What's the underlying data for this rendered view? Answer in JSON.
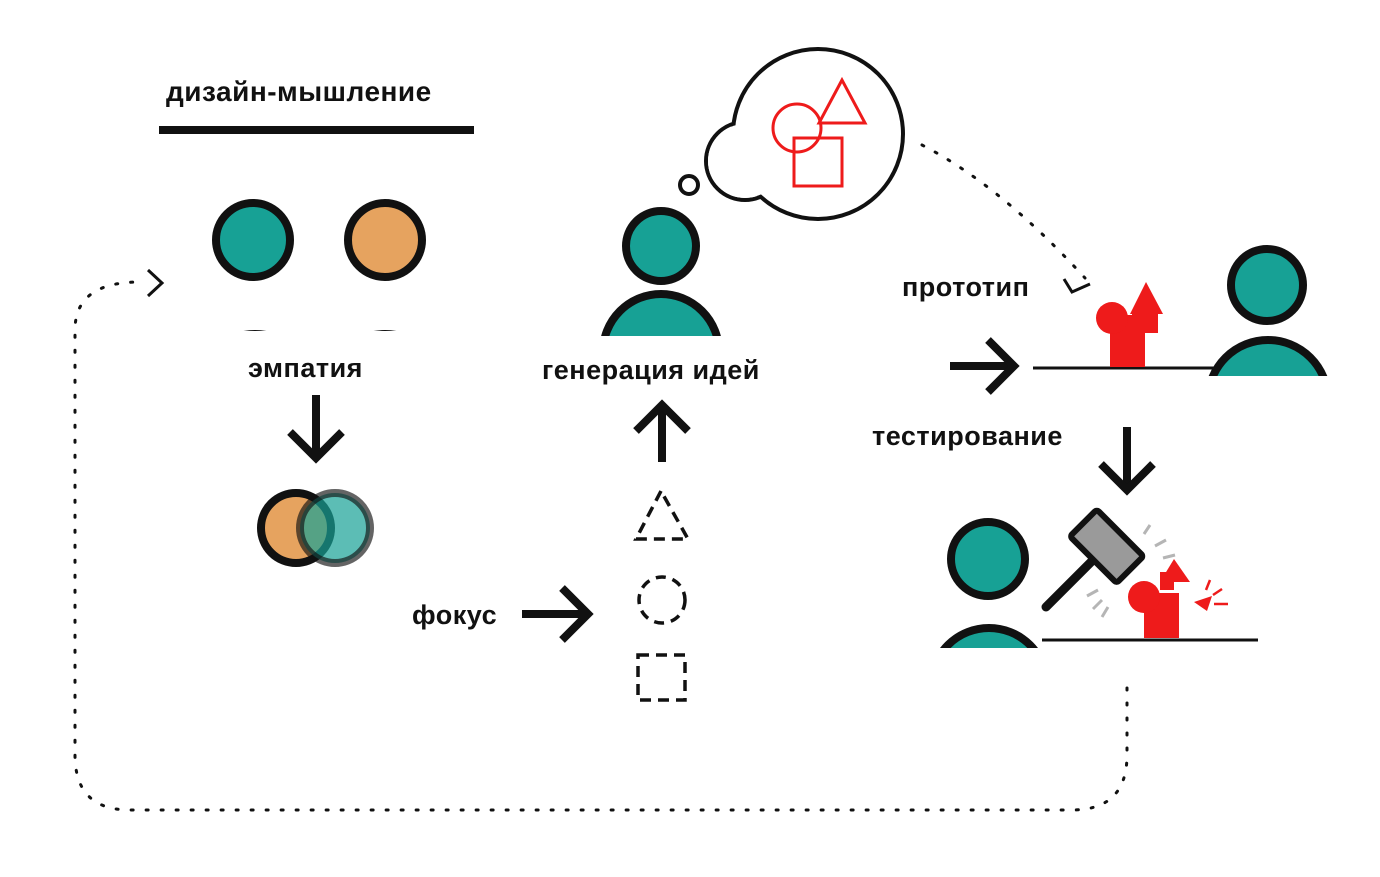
{
  "title": "дизайн-мышление",
  "stages": {
    "empathy": "эмпатия",
    "focus": "фокус",
    "ideation": "генерация идей",
    "prototype": "прототип",
    "testing": "тестирование"
  },
  "colors": {
    "teal": "#17a195",
    "orange": "#e6a35f",
    "red": "#ee1b1b",
    "ink": "#111111",
    "hammer_gray": "#9a9a9a"
  },
  "icons": [
    "person-icon",
    "thought-bubble-icon",
    "triangle-icon",
    "circle-icon",
    "square-icon",
    "hammer-icon",
    "arrow-icon",
    "dotted-loop-arrow"
  ]
}
